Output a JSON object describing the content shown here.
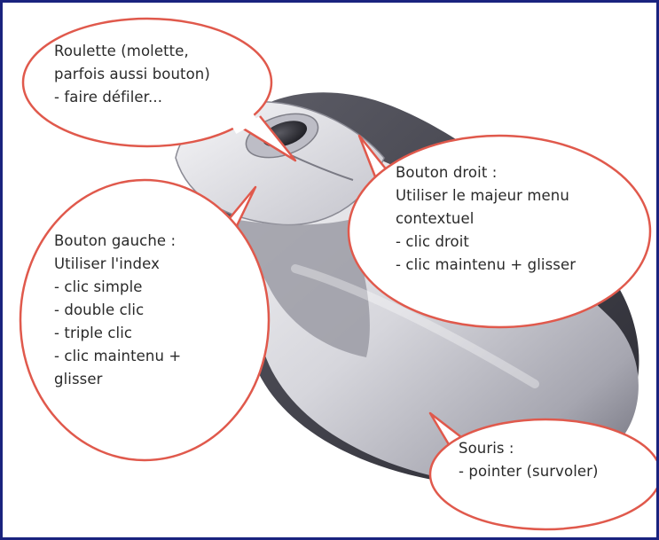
{
  "callouts": {
    "wheel": {
      "lines": [
        "Roulette (molette,",
        "parfois aussi bouton)",
        "- faire défiler..."
      ]
    },
    "right_button": {
      "lines": [
        "Bouton droit :",
        "Utiliser le majeur menu",
        "contextuel",
        "- clic droit",
        "- clic maintenu + glisser"
      ]
    },
    "left_button": {
      "lines": [
        "Bouton gauche :",
        "Utiliser l'index",
        "- clic simple",
        "- double clic",
        "- triple clic",
        "- clic maintenu +",
        "glisser"
      ]
    },
    "mouse": {
      "lines": [
        "Souris :",
        "- pointer (survoler)"
      ]
    }
  },
  "colors": {
    "border": "#1a237e",
    "bubble_stroke": "#e0594c",
    "bubble_fill": "#ffffff",
    "text": "#2a2a2a"
  }
}
